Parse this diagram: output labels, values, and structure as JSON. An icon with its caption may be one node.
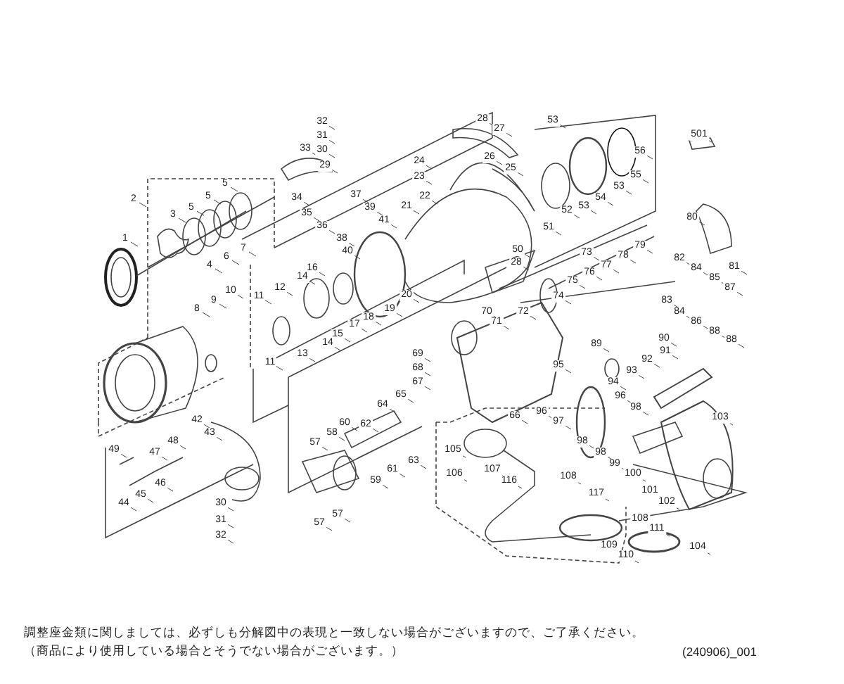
{
  "diagram": {
    "labels": [
      "32",
      "31",
      "30",
      "33",
      "29",
      "34",
      "35",
      "36",
      "37",
      "39",
      "38",
      "40",
      "41",
      "28",
      "27",
      "24",
      "23",
      "26",
      "25",
      "22",
      "21",
      "50",
      "28",
      "53",
      "51",
      "56",
      "55",
      "53",
      "54",
      "53",
      "52",
      "501",
      "80",
      "81",
      "2",
      "5",
      "5",
      "5",
      "3",
      "1",
      "4",
      "6",
      "7",
      "16",
      "14",
      "17",
      "18",
      "19",
      "20",
      "15",
      "14",
      "13",
      "11",
      "12",
      "11",
      "8",
      "9",
      "10",
      "73",
      "74",
      "79",
      "78",
      "77",
      "76",
      "75",
      "82",
      "84",
      "85",
      "83",
      "84",
      "87",
      "86",
      "88",
      "88",
      "70",
      "71",
      "72",
      "69",
      "68",
      "67",
      "65",
      "64",
      "66",
      "95",
      "96",
      "97",
      "90",
      "89",
      "91",
      "92",
      "93",
      "94",
      "96",
      "98",
      "98",
      "98",
      "99",
      "100",
      "101",
      "102",
      "103",
      "62",
      "60",
      "58",
      "57",
      "59",
      "61",
      "63",
      "57",
      "57",
      "105",
      "106",
      "107",
      "116",
      "108",
      "117",
      "108",
      "111",
      "109",
      "110",
      "104",
      "42",
      "43",
      "49",
      "48",
      "47",
      "46",
      "45",
      "44",
      "30",
      "31",
      "32",
      "調整座金類に関しましては、必ずしも分解図中の表現と一致しない場合がございますので、ご了承ください。",
      "（商品により使用している場合とそうでない場合がございます。）",
      "(240906)_001"
    ]
  }
}
